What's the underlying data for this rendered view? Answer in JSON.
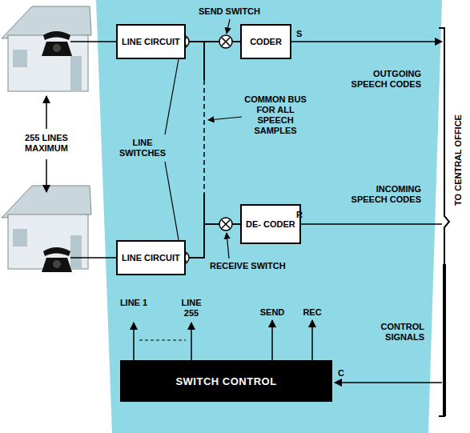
{
  "diagram": {
    "nodes": [
      {
        "text": [
          "LINE CIRCUIT"
        ]
      },
      {
        "text": [
          "CODER"
        ]
      },
      {
        "text": [
          "DE- CODER"
        ]
      },
      {
        "text": [
          "LINE CIRCUIT"
        ]
      },
      {
        "text": [
          "SWITCH CONTROL"
        ]
      }
    ],
    "edges": [
      {
        "from": 0,
        "to": 1,
        "arrow": "none"
      },
      {
        "from": 3,
        "to": 1,
        "arrow": "none"
      },
      {
        "from": 2,
        "to": 0,
        "arrow": "none"
      },
      {
        "from": 2,
        "to": 3,
        "arrow": "none"
      }
    ],
    "labels": [
      "255 LINES MAXIMUM",
      "SEND SWITCH",
      "S",
      "OUTGOING SPEECH CODES",
      "COMMON BUS FOR ALL SPEECH SAMPLES",
      "LINE SWITCHES",
      "INCOMING SPEECH CODES",
      "R",
      "RECEIVE SWITCH",
      "LINE 1",
      "LINE 255",
      "SEND",
      "REC",
      "CONTROL SIGNALS",
      "C",
      "TO CENTRAL OFFICE"
    ]
  }
}
